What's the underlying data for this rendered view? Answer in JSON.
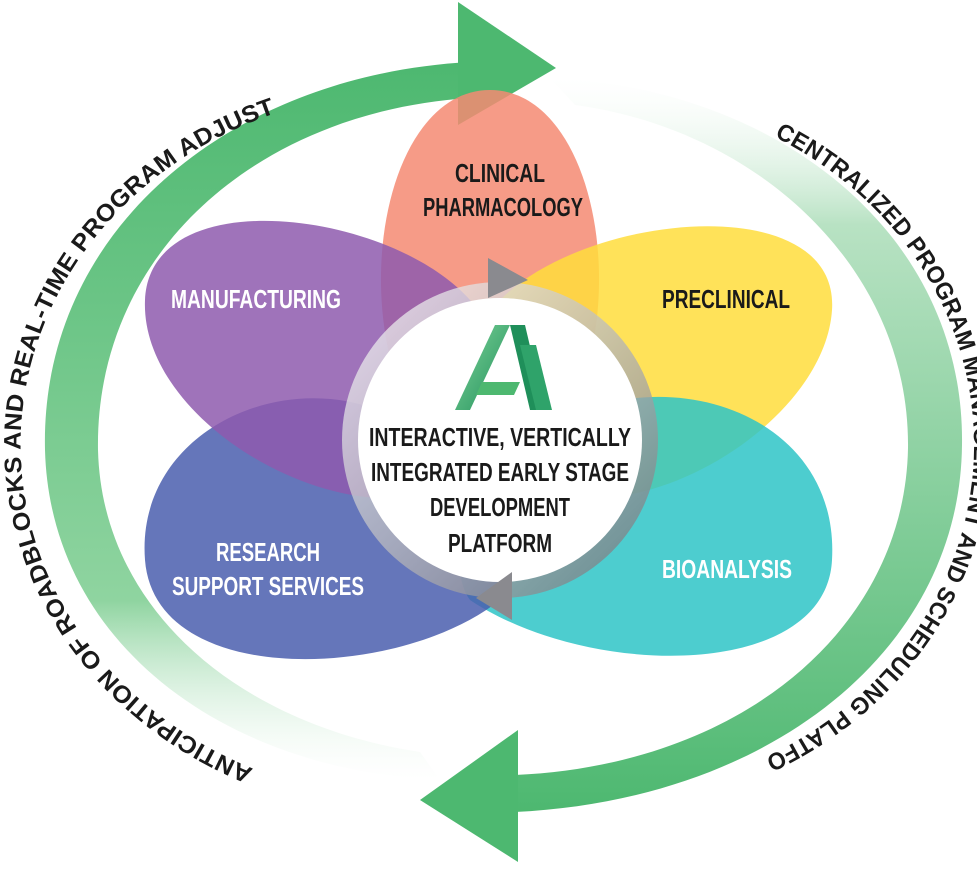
{
  "petals": {
    "clinical_pharmacology": {
      "line1": "CLINICAL",
      "line2": "PHARMACOLOGY",
      "color": "#F48A72"
    },
    "preclinical": {
      "label": "PRECLINICAL",
      "color": "#FFDD3C"
    },
    "bioanalysis": {
      "label": "BIOANALYSIS",
      "color": "#2EC4C7"
    },
    "research_support_services": {
      "line1": "RESEARCH",
      "line2": "SUPPORT SERVICES",
      "color": "#4A5EAE"
    },
    "manufacturing": {
      "label": "MANUFACTURING",
      "color": "#8E5BAE"
    }
  },
  "center": {
    "lines": [
      "INTERACTIVE, VERTICALLY",
      "INTEGRATED EARLY STAGE",
      "DEVELOPMENT",
      "PLATFORM"
    ],
    "logo": "triangle-a-logo-icon"
  },
  "outer_cycle": {
    "left_text": "ANTICIPATION OF ROADBLOCKS AND REAL-TIME PROGRAM ADJUSTMENTS",
    "right_text": "CENTRALIZED PROGRAM MANAGEMENT AND SCHEDULING PLATFORM",
    "color": "#4DB870"
  }
}
